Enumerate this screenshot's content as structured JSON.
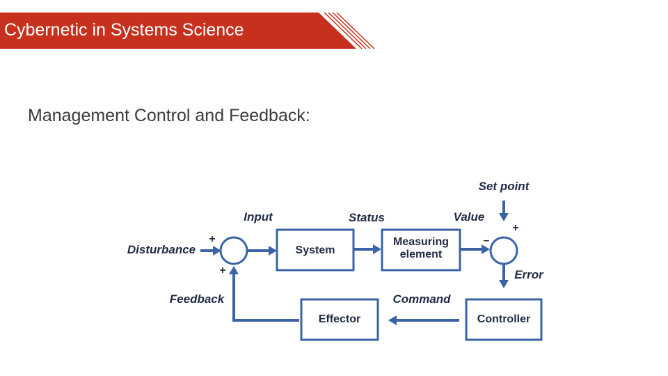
{
  "header": {
    "title": "Cybernetic in Systems Science",
    "accent_color": "#c8301e"
  },
  "content": {
    "subtitle": "Management Control and Feedback:"
  },
  "diagram": {
    "labels": {
      "set_point": "Set point",
      "input": "Input",
      "status": "Status",
      "value": "Value",
      "disturbance": "Disturbance",
      "error": "Error",
      "feedback": "Feedback",
      "command": "Command"
    },
    "boxes": {
      "system": "System",
      "measuring_line1": "Measuring",
      "measuring_line2": "element",
      "effector": "Effector",
      "controller": "Controller"
    },
    "signs": {
      "left_top": "+",
      "left_bottom": "+",
      "right_top": "+",
      "right_left": "–"
    },
    "line_color": "#3a63a6"
  }
}
